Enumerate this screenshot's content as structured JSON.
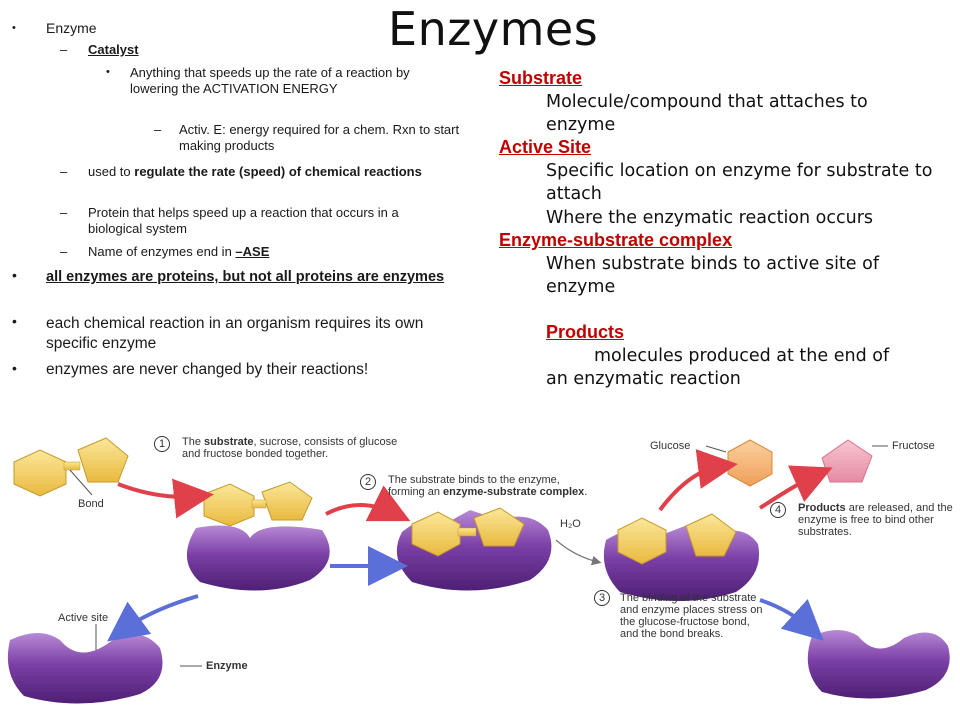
{
  "title": "Enzymes",
  "left": {
    "b1": "Enzyme",
    "catalyst": "Catalyst",
    "cat_def": "Anything that speeds up the rate of a reaction by lowering the ACTIVATION ENERGY",
    "activ_e": "Activ. E: energy required for a chem. Rxn to start making products",
    "regulate_a": "used to ",
    "regulate_b": "regulate the rate (speed) of chemical reactions",
    "protein": "Protein that helps speed up a reaction that occurs in a biological system",
    "name_a": "Name of enzymes end in ",
    "name_b": "–ASE",
    "b2": "all enzymes are proteins, but not all proteins are enzymes",
    "b3": "each chemical reaction in an organism requires its own specific enzyme",
    "b4": "enzymes are never changed by their reactions!"
  },
  "right": {
    "substrate": "Substrate",
    "substrate_def": "Molecule/compound that attaches to enzyme",
    "active_site": "Active Site",
    "active_site_def1": "Specific location on enzyme for substrate to attach",
    "active_site_def2": "Where the enzymatic reaction occurs",
    "complex": "Enzyme-substrate complex",
    "complex_def": "When substrate binds to active site of enzyme",
    "products": "Products",
    "products_def_a": "molecules produced at the end of",
    "products_def_b": "an enzymatic reaction"
  },
  "diagram": {
    "step1_num": "1",
    "step1_a": "The ",
    "step1_b": "substrate",
    "step1_c": ", sucrose, consists of glucose and fructose bonded together.",
    "bond": "Bond",
    "step2_num": "2",
    "step2_a": "The substrate binds to the enzyme, forming an ",
    "step2_b": "enzyme-substrate complex",
    "step2_c": ".",
    "h2o": "H₂O",
    "glucose": "Glucose",
    "fructose": "Fructose",
    "step4_num": "4",
    "step4_a": "Products",
    "step4_b": " are released, and the enzyme is free to bind other substrates.",
    "step3_num": "3",
    "step3": "The binding of the substrate and enzyme places stress on the glucose-fructose bond, and the bond breaks.",
    "active_site": "Active site",
    "enzyme": "Enzyme"
  },
  "colors": {
    "accent_red": "#c00000",
    "enzyme_purple": "#7b3fa6",
    "substrate_yellow": "#f7d56b",
    "arrow_red": "#e0404a",
    "arrow_blue": "#5a6fd8"
  }
}
